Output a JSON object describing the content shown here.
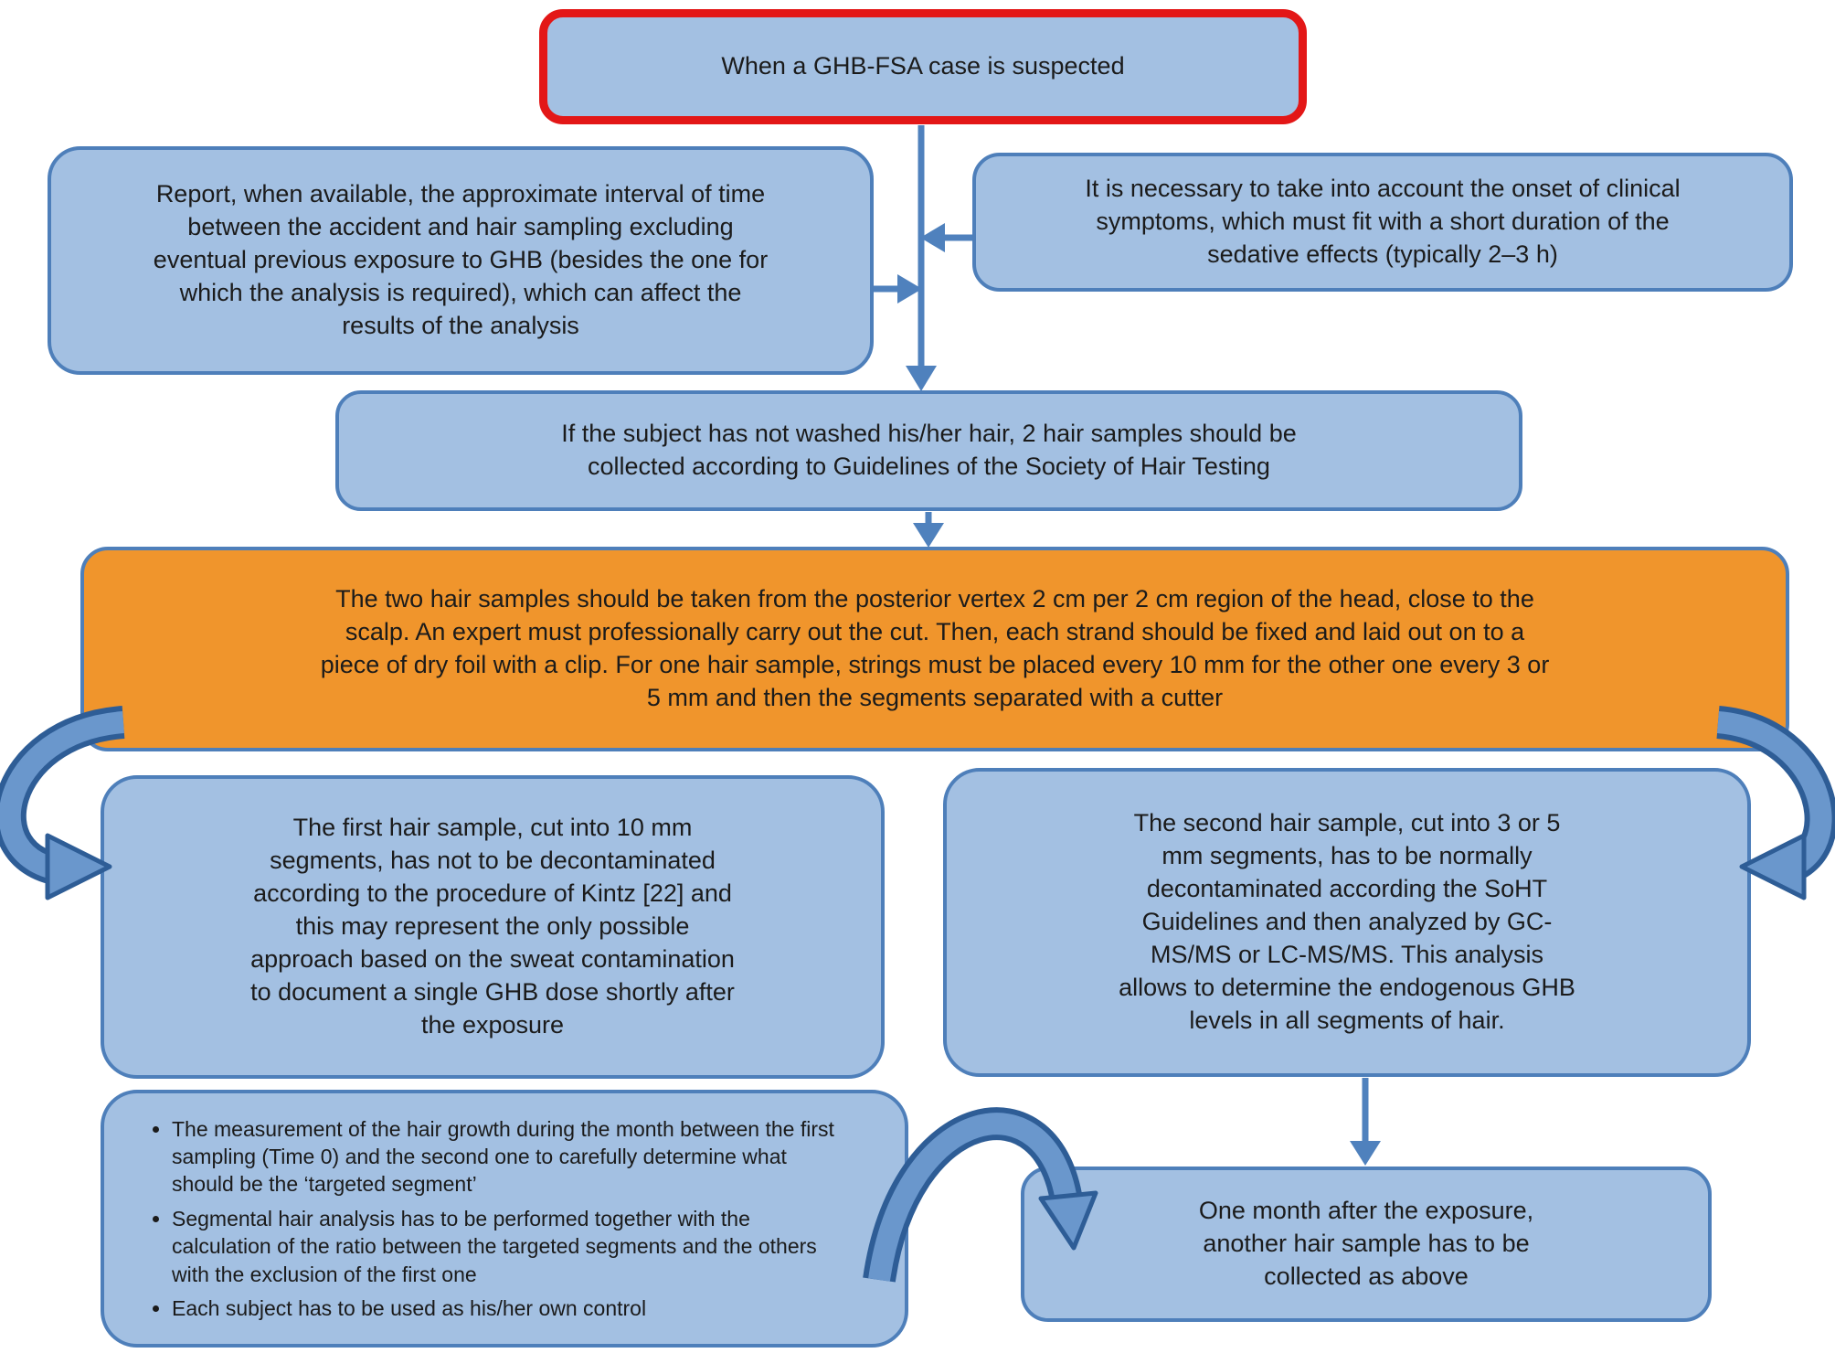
{
  "flowchart": {
    "nodes": {
      "start": "When a GHB-FSA case is suspected",
      "report": "Report, when available, the approximate interval of time between the accident and hair sampling excluding eventual previous exposure to GHB (besides the one for which the analysis is required), which can affect the results of the analysis",
      "onset": "It is necessary to take into account the onset of clinical symptoms, which must fit with a short duration of the sedative effects (typically 2–3 h)",
      "collect": "If the subject has not washed his/her hair, 2 hair samples should be collected according to Guidelines of the Society of Hair Testing",
      "procedure": "The two hair samples should be taken from the posterior vertex 2 cm per 2 cm region of the head, close to the scalp. An expert must professionally carry out the cut. Then, each strand should be fixed and laid out on to a piece of dry foil with a clip. For one hair sample, strings must be placed every 10 mm for the other one every 3 or 5 mm and then the segments separated with a cutter",
      "first_sample": "The first hair sample, cut into 10 mm segments, has not to be decontaminated according to the procedure of Kintz [22] and this may represent the only possible approach based on the sweat contamination to document a single GHB dose shortly after the exposure",
      "second_sample": "The second hair sample, cut into 3 or 5 mm segments, has to be normally decontaminated according the SoHT Guidelines and then analyzed by GC-MS/MS or LC-MS/MS. This analysis allows to determine the endogenous GHB levels in all segments of hair.",
      "one_month": "One month after the exposure, another hair sample has to be collected as above"
    },
    "bullet_items": [
      "The measurement of the hair growth during the month between the first sampling (Time 0) and the second one to carefully determine what should be the ‘targeted segment’",
      "Segmental hair analysis has to be performed together with the calculation of the ratio between the targeted segments and the others with the exclusion of the first one",
      "Each subject has to be used as his/her own control"
    ],
    "colors": {
      "node_fill": "#a3c0e2",
      "node_border": "#4e7fba",
      "highlight_border": "#e31717",
      "procedure_fill": "#f0952c",
      "arrow": "#4f81bd",
      "arrow_dark": "#2e5d96",
      "text": "#1b1b1b"
    }
  }
}
